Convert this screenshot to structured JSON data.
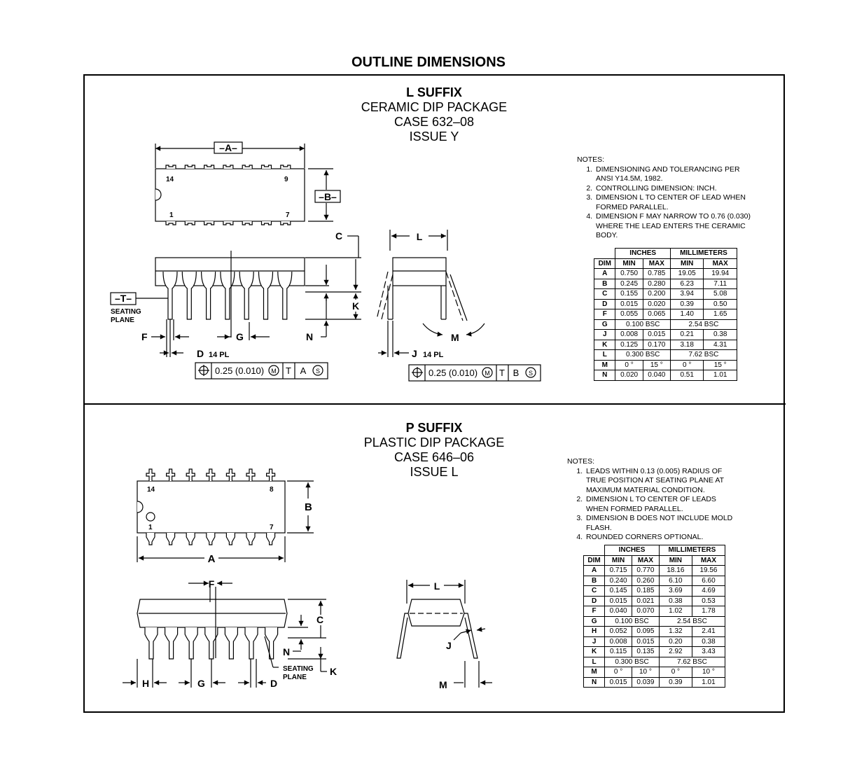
{
  "title": "OUTLINE DIMENSIONS",
  "l_suffix": {
    "suffix": "L SUFFIX",
    "package": "CERAMIC DIP PACKAGE",
    "case": "CASE 632–08",
    "issue": "ISSUE Y",
    "notes_title": "NOTES:",
    "notes": [
      "DIMENSIONING AND TOLERANCING PER ANSI Y14.5M, 1982.",
      "CONTROLLING DIMENSION: INCH.",
      "DIMENSION L TO CENTER OF LEAD WHEN FORMED PARALLEL.",
      "DIMENSION F MAY NARROW TO 0.76 (0.030) WHERE THE LEAD ENTERS THE CERAMIC BODY."
    ],
    "drawing": {
      "datum_a": "–A–",
      "datum_b": "–B–",
      "datum_t": "–T–",
      "pin14": "14",
      "pin9": "9",
      "pin1": "1",
      "pin7": "7",
      "seating": "SEATING",
      "plane": "PLANE",
      "c": "C",
      "k": "K",
      "n": "N",
      "f": "F",
      "g": "G",
      "d": "D",
      "l": "L",
      "j": "J",
      "m": "M",
      "pl14": "14 PL",
      "tol_value": "0.25 (0.010)",
      "tol_mod": "M",
      "tol_t": "T",
      "tol_a": "A",
      "tol_b": "B",
      "tol_s": "S"
    },
    "table": {
      "h_inches": "INCHES",
      "h_mm": "MILLIMETERS",
      "h_dim": "DIM",
      "h_min": "MIN",
      "h_max": "MAX",
      "rows": [
        [
          "A",
          "0.750",
          "0.785",
          "19.05",
          "19.94"
        ],
        [
          "B",
          "0.245",
          "0.280",
          "6.23",
          "7.11"
        ],
        [
          "C",
          "0.155",
          "0.200",
          "3.94",
          "5.08"
        ],
        [
          "D",
          "0.015",
          "0.020",
          "0.39",
          "0.50"
        ],
        [
          "F",
          "0.055",
          "0.065",
          "1.40",
          "1.65"
        ],
        [
          "G",
          "0.100 BSC",
          "",
          "2.54 BSC",
          ""
        ],
        [
          "J",
          "0.008",
          "0.015",
          "0.21",
          "0.38"
        ],
        [
          "K",
          "0.125",
          "0.170",
          "3.18",
          "4.31"
        ],
        [
          "L",
          "0.300 BSC",
          "",
          "7.62 BSC",
          ""
        ],
        [
          "M",
          "0 °",
          "15 °",
          "0 °",
          "15 °"
        ],
        [
          "N",
          "0.020",
          "0.040",
          "0.51",
          "1.01"
        ]
      ]
    }
  },
  "p_suffix": {
    "suffix": "P SUFFIX",
    "package": "PLASTIC DIP PACKAGE",
    "case": "CASE 646–06",
    "issue": "ISSUE L",
    "notes_title": "NOTES:",
    "notes": [
      "LEADS WITHIN 0.13 (0.005) RADIUS OF TRUE POSITION AT SEATING PLANE AT MAXIMUM MATERIAL CONDITION.",
      "DIMENSION L TO CENTER OF LEADS WHEN FORMED PARALLEL.",
      "DIMENSION B DOES NOT INCLUDE MOLD FLASH.",
      "ROUNDED CORNERS OPTIONAL."
    ],
    "drawing": {
      "pin14": "14",
      "pin8": "8",
      "pin1": "1",
      "pin7": "7",
      "a": "A",
      "b": "B",
      "c": "C",
      "f": "F",
      "h": "H",
      "g": "G",
      "d": "D",
      "n": "N",
      "k": "K",
      "l": "L",
      "j": "J",
      "m": "M",
      "seating": "SEATING",
      "plane": "PLANE"
    },
    "table": {
      "h_inches": "INCHES",
      "h_mm": "MILLIMETERS",
      "h_dim": "DIM",
      "h_min": "MIN",
      "h_max": "MAX",
      "rows": [
        [
          "A",
          "0.715",
          "0.770",
          "18.16",
          "19.56"
        ],
        [
          "B",
          "0.240",
          "0.260",
          "6.10",
          "6.60"
        ],
        [
          "C",
          "0.145",
          "0.185",
          "3.69",
          "4.69"
        ],
        [
          "D",
          "0.015",
          "0.021",
          "0.38",
          "0.53"
        ],
        [
          "F",
          "0.040",
          "0.070",
          "1.02",
          "1.78"
        ],
        [
          "G",
          "0.100 BSC",
          "",
          "2.54 BSC",
          ""
        ],
        [
          "H",
          "0.052",
          "0.095",
          "1.32",
          "2.41"
        ],
        [
          "J",
          "0.008",
          "0.015",
          "0.20",
          "0.38"
        ],
        [
          "K",
          "0.115",
          "0.135",
          "2.92",
          "3.43"
        ],
        [
          "L",
          "0.300 BSC",
          "",
          "7.62 BSC",
          ""
        ],
        [
          "M",
          "0 °",
          "10 °",
          "0 °",
          "10 °"
        ],
        [
          "N",
          "0.015",
          "0.039",
          "0.39",
          "1.01"
        ]
      ]
    }
  }
}
